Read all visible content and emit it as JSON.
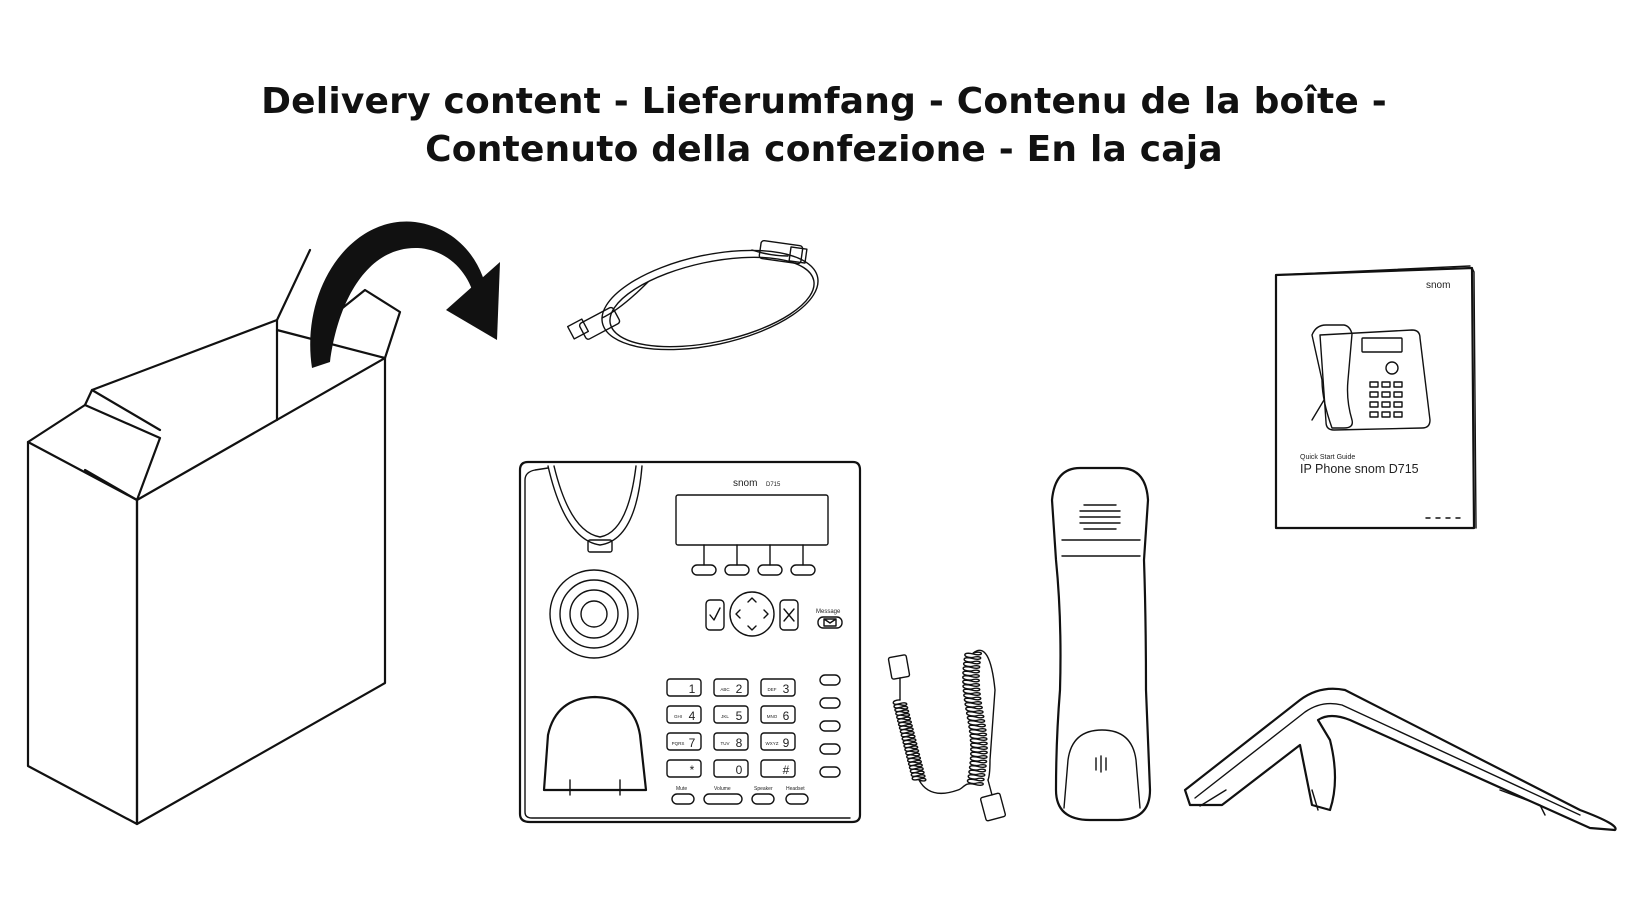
{
  "title": {
    "line1": "Delivery content - Lieferumfang - Contenu de la boîte -",
    "line2": "Contenuto della confezione - En la caja"
  },
  "phone": {
    "brand": "snom",
    "model_mark": "D715",
    "keys": [
      {
        "digit": "1",
        "letters": ""
      },
      {
        "digit": "2",
        "letters": "ABC"
      },
      {
        "digit": "3",
        "letters": "DEF"
      },
      {
        "digit": "4",
        "letters": "GHI"
      },
      {
        "digit": "5",
        "letters": "JKL"
      },
      {
        "digit": "6",
        "letters": "MNO"
      },
      {
        "digit": "7",
        "letters": "PQRS"
      },
      {
        "digit": "8",
        "letters": "TUV"
      },
      {
        "digit": "9",
        "letters": "WXYZ"
      },
      {
        "digit": "*",
        "letters": ""
      },
      {
        "digit": "0",
        "letters": ""
      },
      {
        "digit": "#",
        "letters": ""
      }
    ],
    "labels": {
      "message": "Message",
      "mute": "Mute",
      "volume": "Volume",
      "speaker": "Speaker",
      "headset": "Headset"
    }
  },
  "guide": {
    "brand": "snom",
    "subtitle": "Quick Start Guide",
    "product": "IP Phone snom D715"
  },
  "icons": [
    "open-box-icon",
    "arrow-icon",
    "ethernet-cable-icon",
    "desk-phone-icon",
    "coiled-cord-icon",
    "handset-icon",
    "stand-icon",
    "quick-start-guide-icon"
  ]
}
